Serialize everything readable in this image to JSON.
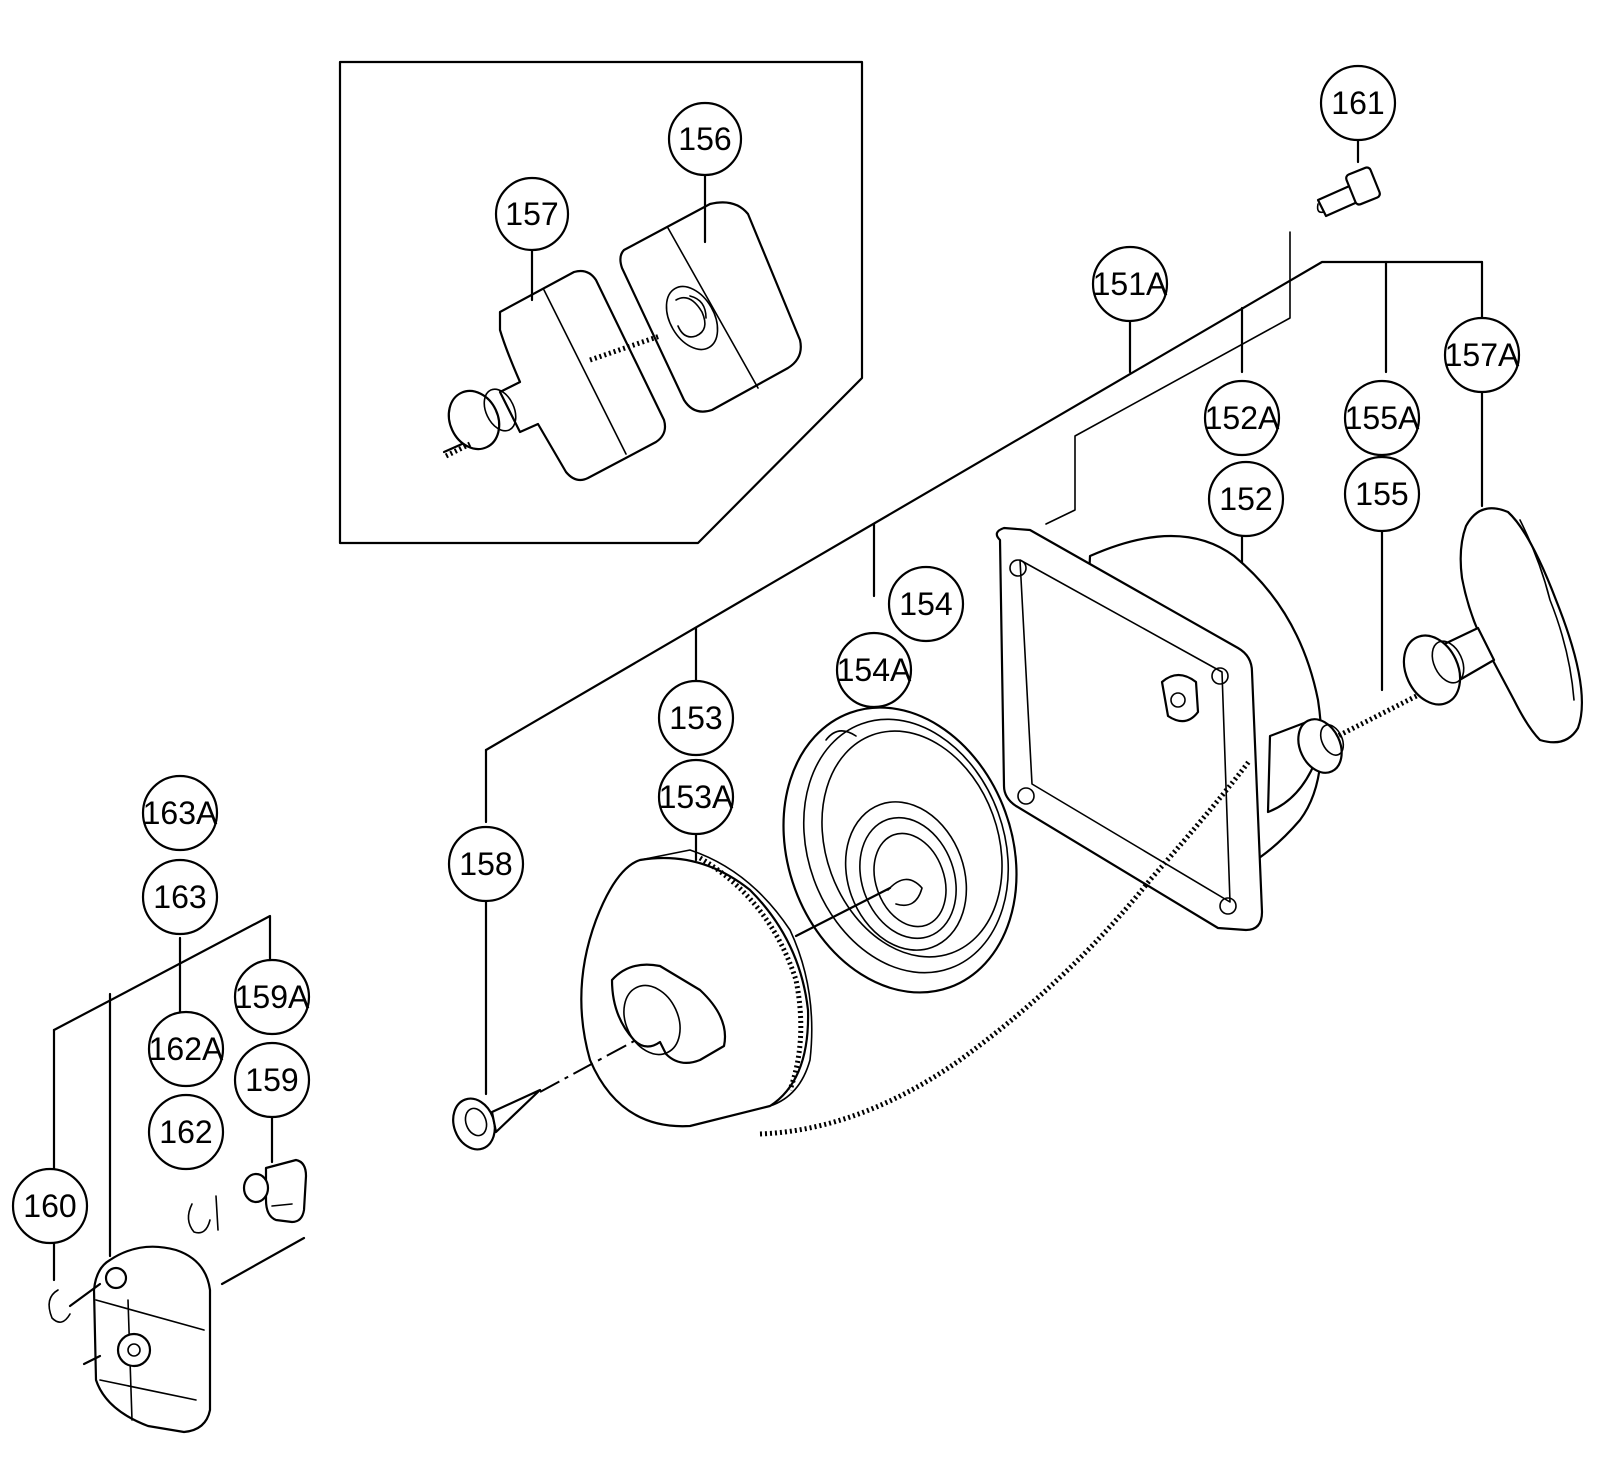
{
  "diagram": {
    "type": "exploded-parts-diagram",
    "callouts": {
      "c151A": "151A",
      "c152": "152",
      "c152A": "152A",
      "c153": "153",
      "c153A": "153A",
      "c154": "154",
      "c154A": "154A",
      "c155": "155",
      "c155A": "155A",
      "c156": "156",
      "c157": "157",
      "c157A": "157A",
      "c158": "158",
      "c159": "159",
      "c159A": "159A",
      "c160": "160",
      "c161": "161",
      "c162": "162",
      "c162A": "162A",
      "c163": "163",
      "c163A": "163A"
    }
  }
}
